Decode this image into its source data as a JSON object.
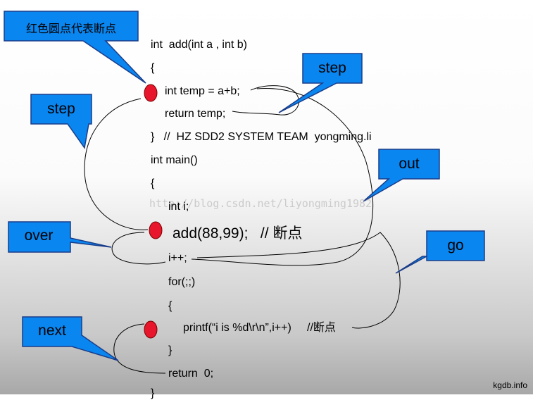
{
  "code_lines": [
    {
      "text": "int  add(int a , int b)"
    },
    {
      "text": "{"
    },
    {
      "text": "int temp = a+b;"
    },
    {
      "text": "return temp;"
    },
    {
      "text": "}   //  HZ SDD2 SYSTEM TEAM  yongming.li"
    },
    {
      "text": "int main()"
    },
    {
      "text": "{"
    },
    {
      "text": "int i;"
    },
    {
      "text": "add(88,99);   // 断点"
    },
    {
      "text": "i++;"
    },
    {
      "text": "for(;;)"
    },
    {
      "text": "{"
    },
    {
      "text": "printf(“i is %d\\r\\n”,i++)     //断点"
    },
    {
      "text": "}"
    },
    {
      "text": "return  0;"
    },
    {
      "text": "}"
    }
  ],
  "callouts": {
    "breakpoint_legend": "红色圆点代表断点",
    "step_top": "step",
    "step_left": "step",
    "out": "out",
    "over": "over",
    "go": "go",
    "next": "next"
  },
  "watermark": "http://blog.csdn.net/liyongming1982",
  "credit": "kgdb.info",
  "colors": {
    "callout_fill": "#0a86f0",
    "callout_stroke": "#1a3d8a",
    "breakpoint": "#e8162c"
  }
}
